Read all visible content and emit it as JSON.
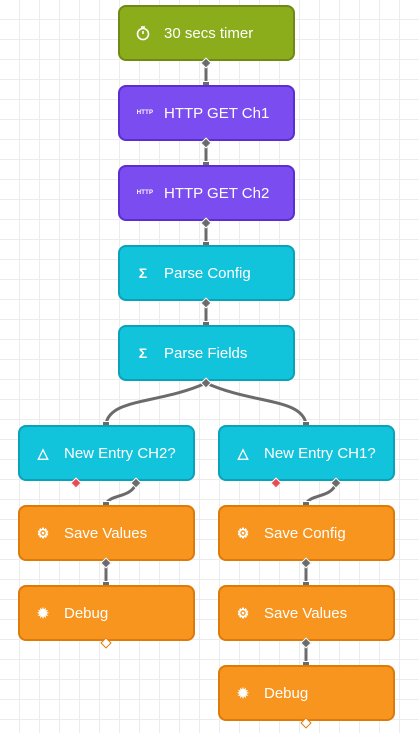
{
  "flow": {
    "nodes": [
      {
        "id": "timer",
        "label": "30 secs timer",
        "icon": "timer-icon"
      },
      {
        "id": "get1",
        "label": "HTTP GET Ch1",
        "icon": "http-icon",
        "icon_text": "HTTP"
      },
      {
        "id": "get2",
        "label": "HTTP GET Ch2",
        "icon": "http-icon",
        "icon_text": "HTTP"
      },
      {
        "id": "parse-config",
        "label": "Parse Config",
        "icon": "sigma-icon",
        "icon_text": "Σ"
      },
      {
        "id": "parse-fields",
        "label": "Parse Fields",
        "icon": "sigma-icon",
        "icon_text": "Σ"
      },
      {
        "id": "new-entry-ch2",
        "label": "New Entry CH2?",
        "icon": "triangle-icon",
        "icon_text": "△"
      },
      {
        "id": "new-entry-ch1",
        "label": "New Entry CH1?",
        "icon": "triangle-icon",
        "icon_text": "△"
      },
      {
        "id": "save-values-left",
        "label": "Save Values",
        "icon": "gear-icon",
        "icon_text": "⚙"
      },
      {
        "id": "debug-left",
        "label": "Debug",
        "icon": "bug-icon",
        "icon_text": "✹"
      },
      {
        "id": "save-config",
        "label": "Save Config",
        "icon": "gear-icon",
        "icon_text": "⚙"
      },
      {
        "id": "save-values-right",
        "label": "Save Values",
        "icon": "gear-icon",
        "icon_text": "⚙"
      },
      {
        "id": "debug-right",
        "label": "Debug",
        "icon": "bug-icon",
        "icon_text": "✹"
      }
    ]
  },
  "colors": {
    "trigger": "#8bad1c",
    "http": "#7b4cf0",
    "function": "#12c3dc",
    "action": "#f7951e",
    "wire": "#6b6b6b",
    "false_port": "#e84b50"
  }
}
